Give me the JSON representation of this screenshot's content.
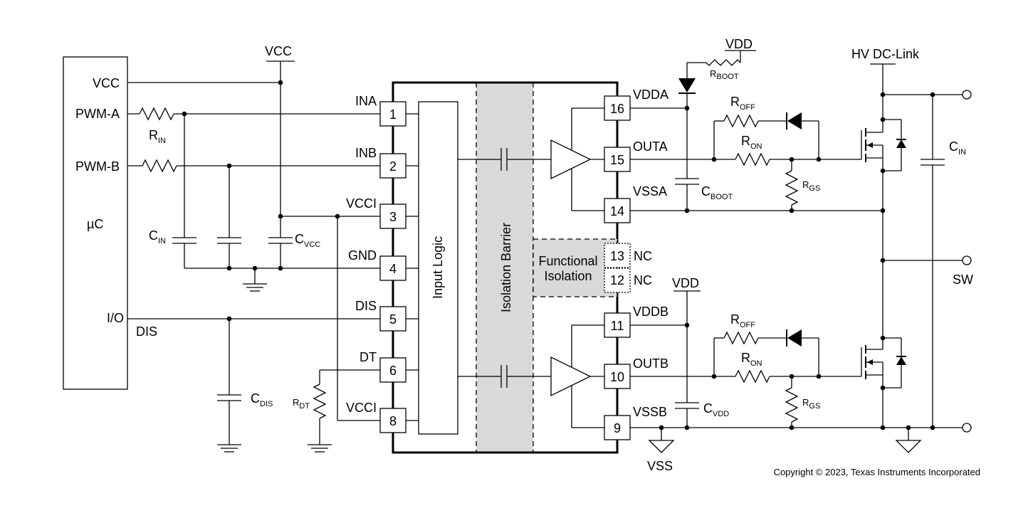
{
  "mcu": {
    "name_prefix": "µ",
    "name_suffix": "C",
    "vcc": "VCC",
    "pwm_a": "PWM-A",
    "pwm_b": "PWM-B",
    "io": "I/O",
    "dis": "DIS"
  },
  "supply": {
    "vcc": "VCC",
    "vdd_top": "VDD",
    "vdd_bot": "VDD",
    "vss": "VSS",
    "hv": "HV DC-Link",
    "sw": "SW"
  },
  "pins": {
    "p1": {
      "num": "1",
      "name": "INA"
    },
    "p2": {
      "num": "2",
      "name": "INB"
    },
    "p3": {
      "num": "3",
      "name": "VCCI"
    },
    "p4": {
      "num": "4",
      "name": "GND"
    },
    "p5": {
      "num": "5",
      "name": "DIS"
    },
    "p6": {
      "num": "6",
      "name": "DT"
    },
    "p8": {
      "num": "8",
      "name": "VCCI"
    },
    "p16": {
      "num": "16",
      "name": "VDDA"
    },
    "p15": {
      "num": "15",
      "name": "OUTA"
    },
    "p14": {
      "num": "14",
      "name": "VSSA"
    },
    "p13": {
      "num": "13",
      "name": "NC"
    },
    "p12": {
      "num": "12",
      "name": "NC"
    },
    "p11": {
      "num": "11",
      "name": "VDDB"
    },
    "p10": {
      "num": "10",
      "name": "OUTB"
    },
    "p9": {
      "num": "9",
      "name": "VSSB"
    }
  },
  "blocks": {
    "input_logic": "Input Logic",
    "isolation_barrier": "Isolation Barrier",
    "functional_line1": "Functional",
    "functional_line2": "Isolation"
  },
  "components": {
    "r_in": {
      "main": "R",
      "sub": "IN"
    },
    "c_in_left": {
      "main": "C",
      "sub": "IN"
    },
    "c_vcc": {
      "main": "C",
      "sub": "VCC"
    },
    "c_dis": {
      "main": "C",
      "sub": "DIS"
    },
    "r_dt": {
      "main": "R",
      "sub": "DT"
    },
    "r_boot": {
      "main": "R",
      "sub": "BOOT"
    },
    "c_boot": {
      "main": "C",
      "sub": "BOOT"
    },
    "r_off_a": {
      "main": "R",
      "sub": "OFF"
    },
    "r_on_a": {
      "main": "R",
      "sub": "ON"
    },
    "r_gs_a": {
      "main": "R",
      "sub": "GS"
    },
    "r_off_b": {
      "main": "R",
      "sub": "OFF"
    },
    "r_on_b": {
      "main": "R",
      "sub": "ON"
    },
    "r_gs_b": {
      "main": "R",
      "sub": "GS"
    },
    "c_vdd": {
      "main": "C",
      "sub": "VDD"
    },
    "c_in_right": {
      "main": "C",
      "sub": "IN"
    }
  },
  "copyright": "Copyright © 2023, Texas Instruments Incorporated"
}
